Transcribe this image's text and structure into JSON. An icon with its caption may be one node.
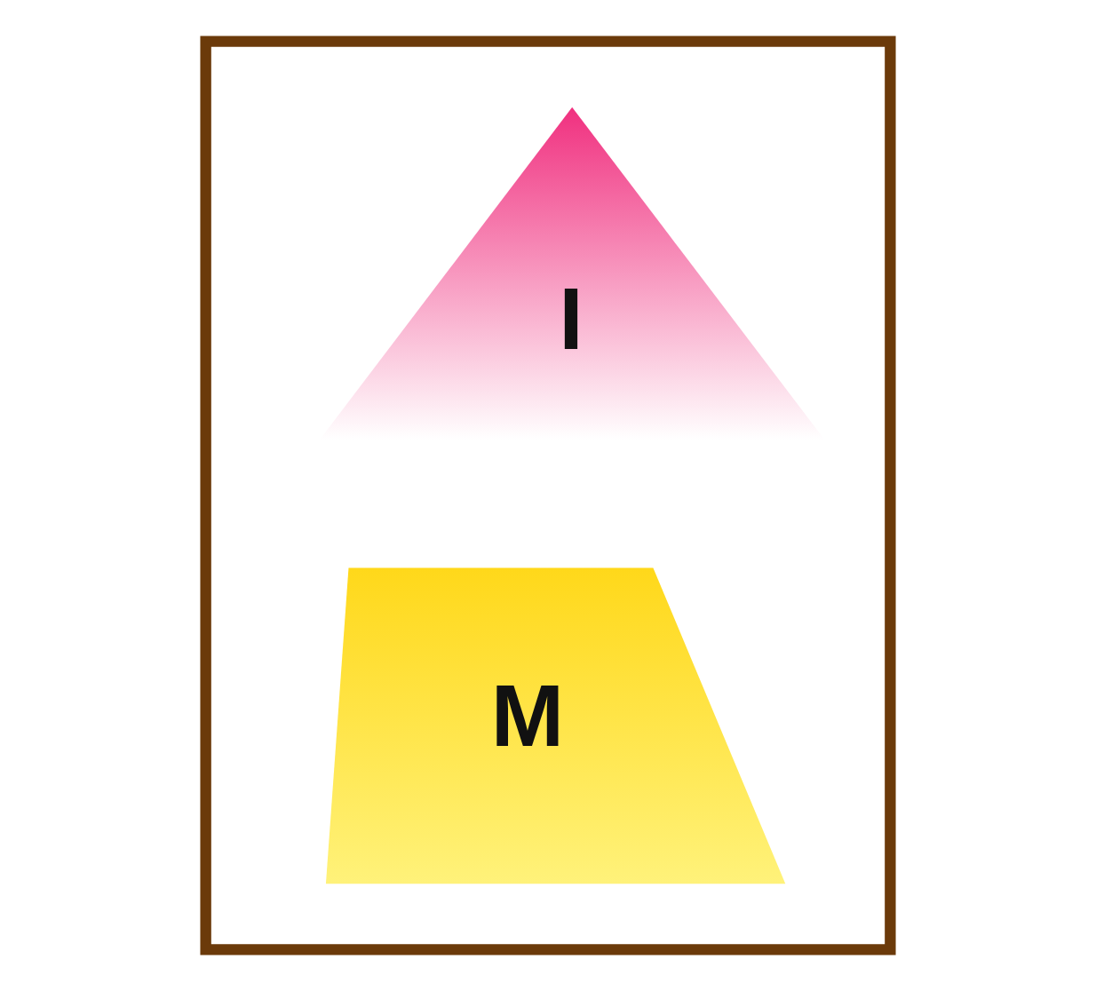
{
  "diagram": {
    "nodes": [
      {
        "text": [],
        "shape": "box"
      },
      {
        "text": [
          "I"
        ],
        "in": 0
      },
      {
        "text": [
          "M"
        ],
        "in": 0
      }
    ]
  }
}
